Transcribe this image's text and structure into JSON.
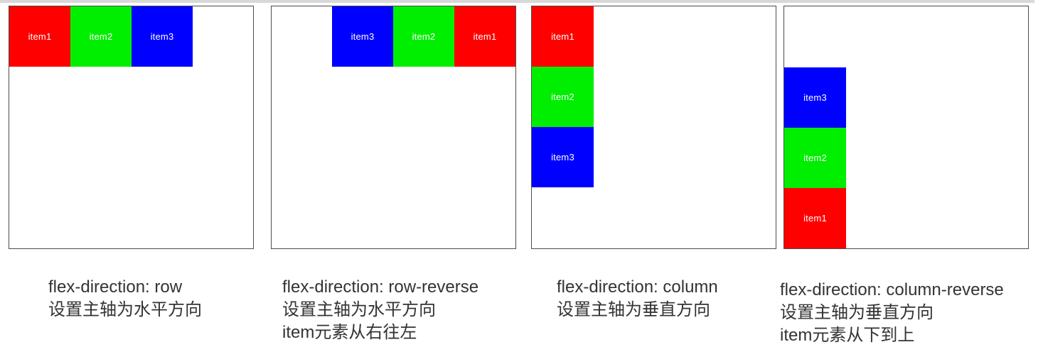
{
  "colors": {
    "red": "#ff0000",
    "green": "#00ee00",
    "blue": "#0000ff",
    "box_border": "#4d4d4d",
    "caption_text": "#333333",
    "top_strip": "#d8d8d8",
    "item_text": "#ffffff"
  },
  "panels": [
    {
      "direction": "row",
      "items": [
        {
          "label": "item1",
          "color": "red"
        },
        {
          "label": "item2",
          "color": "green"
        },
        {
          "label": "item3",
          "color": "blue"
        }
      ],
      "caption_lines": [
        "flex-direction: row",
        "设置主轴为水平方向"
      ]
    },
    {
      "direction": "row-reverse",
      "items": [
        {
          "label": "item1",
          "color": "red"
        },
        {
          "label": "item2",
          "color": "green"
        },
        {
          "label": "item3",
          "color": "blue"
        }
      ],
      "caption_lines": [
        "flex-direction: row-reverse",
        "设置主轴为水平方向",
        "item元素从右往左"
      ]
    },
    {
      "direction": "column",
      "items": [
        {
          "label": "item1",
          "color": "red"
        },
        {
          "label": "item2",
          "color": "green"
        },
        {
          "label": "item3",
          "color": "blue"
        }
      ],
      "caption_lines": [
        "flex-direction: column",
        "设置主轴为垂直方向"
      ]
    },
    {
      "direction": "column-reverse",
      "items": [
        {
          "label": "item1",
          "color": "red"
        },
        {
          "label": "item2",
          "color": "green"
        },
        {
          "label": "item3",
          "color": "blue"
        }
      ],
      "caption_lines": [
        "flex-direction: column-reverse",
        "设置主轴为垂直方向",
        "item元素从下到上"
      ]
    }
  ]
}
